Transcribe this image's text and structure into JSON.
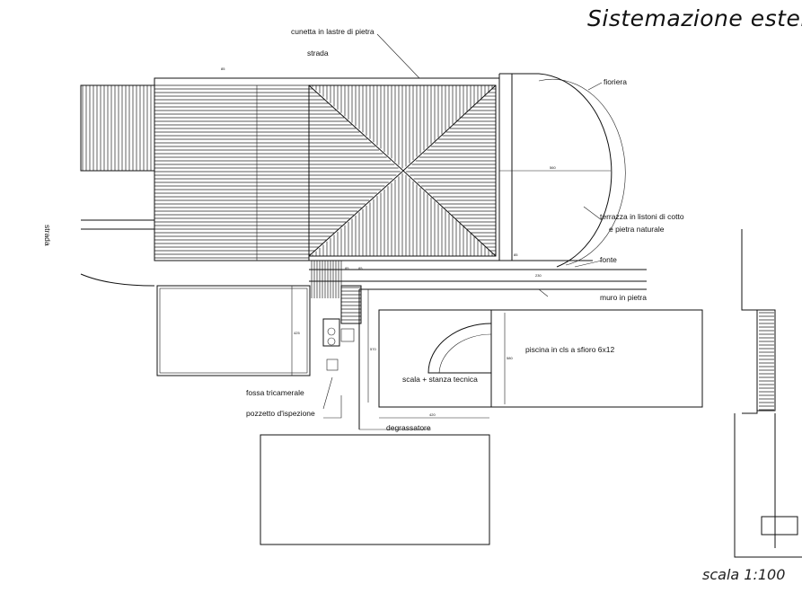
{
  "title": "Sistemazione esterna",
  "scale": "scala 1:100",
  "labels": {
    "cunetta": "cunetta in lastre di pietra",
    "strada_top": "strada",
    "strada_left": "strada",
    "fioriera": "fioriera",
    "terrazza_1": "terrazza in listoni di cotto",
    "terrazza_2": "e pietra naturale",
    "fonte": "fonte",
    "muro": "muro in pietra",
    "piscina": "piscina in cls a sfioro 6x12",
    "scala_stanza": "scala + stanza tecnica",
    "fossa": "fossa tricamerale",
    "pozzetto": "pozzetto d'ispezione",
    "degrassatore": "degrassatore"
  },
  "dimensions": {
    "top_marker": "85",
    "terrace_width": "560",
    "terrace_right": "85",
    "muro_len": "230",
    "stair_a": "85",
    "stair_b": "85",
    "patio_height": "425",
    "path_height": "570",
    "pool_height": "580",
    "lower_width": "420"
  },
  "colors": {
    "line": "#111111",
    "background": "#ffffff"
  }
}
